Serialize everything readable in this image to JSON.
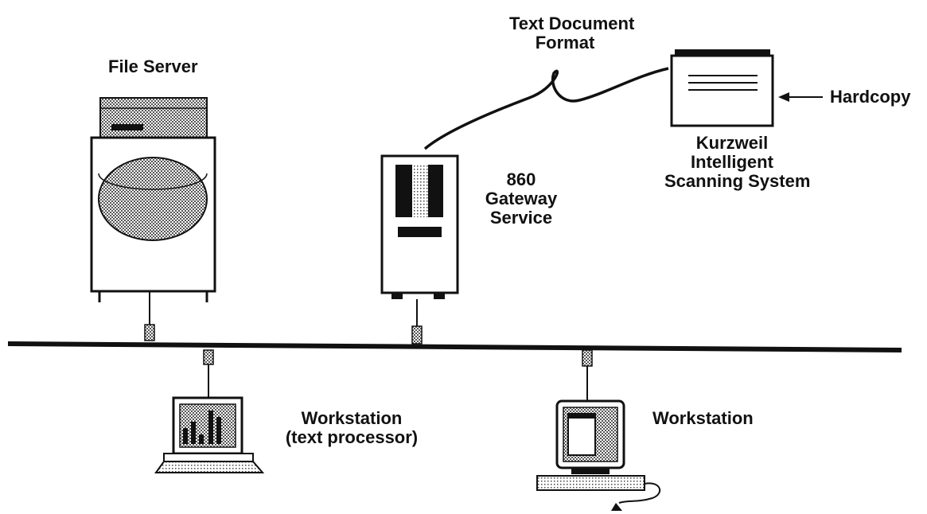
{
  "labels": {
    "file_server": "File Server",
    "text_document_format": [
      "Text Document",
      "Format"
    ],
    "hardcopy": "Hardcopy",
    "scanner": [
      "Kurzweil",
      "Intelligent",
      "Scanning System"
    ],
    "gateway": [
      "860",
      "Gateway",
      "Service"
    ],
    "workstation_text": [
      "Workstation",
      "(text processor)"
    ],
    "workstation": "Workstation"
  },
  "colors": {
    "ink": "#111111",
    "shade": "#8a8a8a",
    "paper": "#ffffff"
  }
}
